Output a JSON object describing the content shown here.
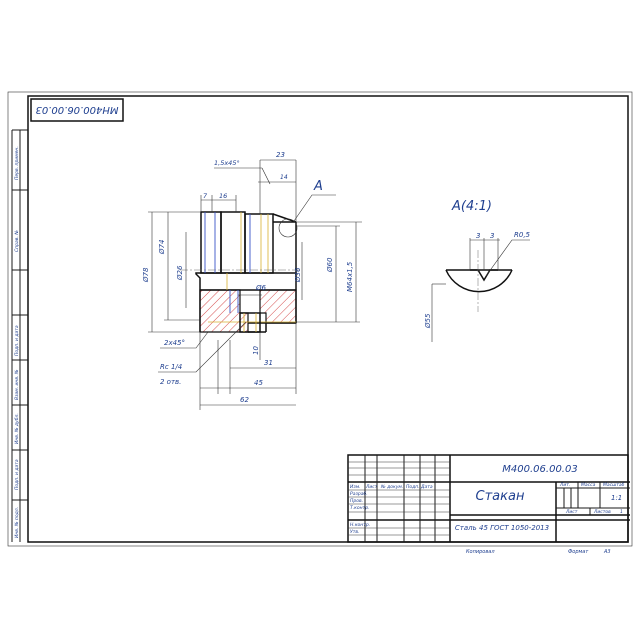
{
  "rotated_code": "МН400.06.00.03",
  "side_boxes": [
    "Перв. примен.",
    "Справ. №",
    "Подп. и дата",
    "Инв. № дубл.",
    "Взам. инв. №",
    "Подп. и дата",
    "Инв. № подл."
  ],
  "view_label": "A",
  "detail_label": "A(4:1)",
  "dims": {
    "d23": "23",
    "d14": "14",
    "d15x45": "1,5х45°",
    "d7": "7",
    "d16": "16",
    "phi78": "Ø78",
    "phi74": "Ø74",
    "phi26": "Ø26",
    "phi6": "Ø6",
    "phi36": "Ø36",
    "phi60": "Ø60",
    "m64": "M64х1,5",
    "ch2x45": "2х45°",
    "d10": "10",
    "d31": "31",
    "d45": "45",
    "d62": "62",
    "rc": "Rc 1/4",
    "rc_holes": "2 отв.",
    "det3a": "3",
    "det3b": "3",
    "r05": "R0,5",
    "phi55": "Ø55"
  },
  "title_block": {
    "code": "М400.06.00.03",
    "name": "Стакан",
    "material": "Сталь 45 ГОСТ 1050-2013",
    "lit_header": "Лит.",
    "mass_header": "Масса",
    "scale_header": "Масштаб",
    "scale_value": "1:1",
    "sheet_label": "Лист",
    "sheets_label": "Листов",
    "sheets_value": "1",
    "rows": [
      "Изм.",
      "Лист",
      "№ докум.",
      "Подп.",
      "Дата"
    ],
    "roles": [
      "Разраб.",
      "Пров.",
      "Т.контр.",
      "",
      "Н.контр.",
      "Утв."
    ],
    "copied": "Копировал",
    "format": "Формат",
    "format_value": "A3"
  }
}
